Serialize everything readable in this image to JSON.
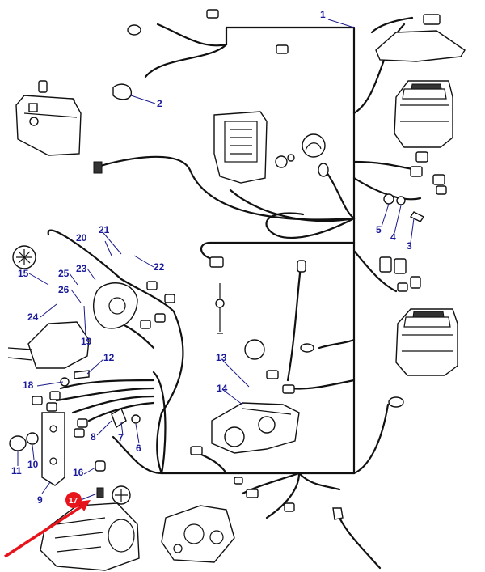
{
  "diagram": {
    "callouts": [
      {
        "id": "c1",
        "label": "1"
      },
      {
        "id": "c2",
        "label": "2"
      },
      {
        "id": "c3",
        "label": "3"
      },
      {
        "id": "c4",
        "label": "4"
      },
      {
        "id": "c5",
        "label": "5"
      },
      {
        "id": "c6",
        "label": "6"
      },
      {
        "id": "c7",
        "label": "7"
      },
      {
        "id": "c8",
        "label": "8"
      },
      {
        "id": "c9",
        "label": "9"
      },
      {
        "id": "c10",
        "label": "10"
      },
      {
        "id": "c11",
        "label": "11"
      },
      {
        "id": "c12",
        "label": "12"
      },
      {
        "id": "c13",
        "label": "13"
      },
      {
        "id": "c14",
        "label": "14"
      },
      {
        "id": "c15",
        "label": "15"
      },
      {
        "id": "c16",
        "label": "16"
      },
      {
        "id": "c17",
        "label": "17"
      },
      {
        "id": "c18",
        "label": "18"
      },
      {
        "id": "c19",
        "label": "19"
      },
      {
        "id": "c20",
        "label": "20"
      },
      {
        "id": "c21",
        "label": "21"
      },
      {
        "id": "c22",
        "label": "22"
      },
      {
        "id": "c23",
        "label": "23"
      },
      {
        "id": "c24",
        "label": "24"
      },
      {
        "id": "c25",
        "label": "25"
      },
      {
        "id": "c26",
        "label": "26"
      }
    ],
    "highlighted_callout": "17",
    "colors": {
      "line": "#111111",
      "callout_text": "#1a1a9a",
      "highlight": "#e8141c",
      "background": "#ffffff"
    }
  }
}
